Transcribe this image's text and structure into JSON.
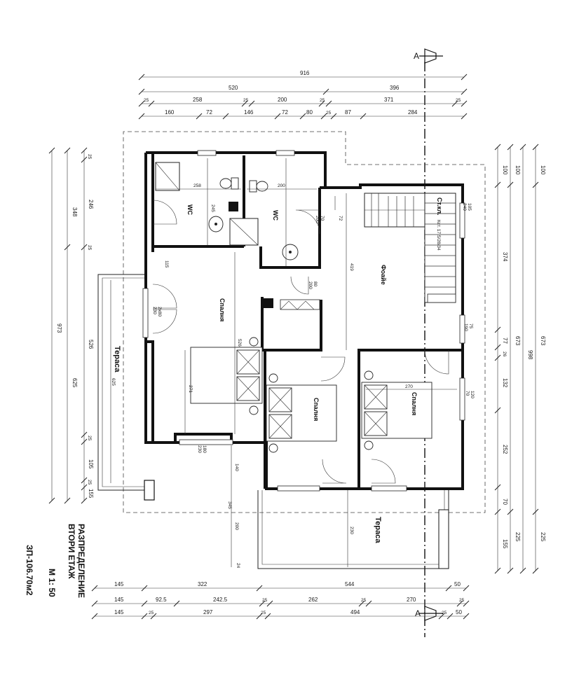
{
  "section_marker": "А",
  "title": {
    "line1": "РАЗПРЕДЕЛЕНИЕ",
    "line2": "ВТОРИ ЕТАЖ",
    "scale": "М 1: 50",
    "area": "ЗП-106.70м2"
  },
  "rooms": {
    "wc1": "WC",
    "wc2": "WC",
    "foyer": "Фоайе",
    "bed1": "Спалня",
    "bed2": "Спалня",
    "bed3": "Спалня",
    "terrace1": "Тераса",
    "terrace2": "Тераса",
    "stair": "Ст.кл.",
    "stair_note": "Кст. 17.5/28/34"
  },
  "dims_top": {
    "row1": [
      "916"
    ],
    "row2": [
      "520",
      "396"
    ],
    "row3": [
      "25",
      "258",
      "25",
      "200",
      "25",
      "371",
      "25"
    ],
    "row4": [
      "160",
      "72",
      "146",
      "72",
      "80",
      "25",
      "87",
      "284"
    ]
  },
  "dims_left": {
    "outer": [
      "973"
    ],
    "mid": [
      "348",
      "625"
    ],
    "inner": [
      "25",
      "246",
      "25",
      "526",
      "25",
      "105",
      "25",
      "155"
    ]
  },
  "dims_right": {
    "col1": [
      "100",
      "374",
      "77",
      "26",
      "132",
      "252",
      "70",
      "155"
    ],
    "col2": [
      "100",
      "673",
      "225"
    ],
    "col3": [
      "998"
    ],
    "col4": [
      "100",
      "673",
      "225"
    ]
  },
  "dims_bottom": {
    "row1": [
      "145",
      "322",
      "544",
      "50"
    ],
    "row2": [
      "145",
      "92.5",
      "242.5",
      "25",
      "262",
      "25",
      "270",
      "25"
    ],
    "row3": [
      "145",
      "25",
      "297",
      "25",
      "494",
      "25",
      "50"
    ]
  },
  "inner_dims": {
    "wc1_w": "258",
    "wc2_w": "200",
    "door_70_200": "70\n200",
    "door_80_200": "80\n200",
    "foyer_h": "419",
    "bed1_h": "526",
    "bed1_w": "271",
    "bed3_w": "270",
    "win_75_190": "75\n190",
    "win_120_70": "120\n70",
    "win_105_240": "105\n240",
    "win_180_230": "180\n230",
    "door_2x80": "2x80\n230",
    "terrace_625": "625",
    "d_140": "140",
    "d_345": "345",
    "d_200": "200",
    "d_230": "230",
    "wc_245": "245",
    "d_72": "72",
    "d_115": "115",
    "d_70_200": "70\n200",
    "d_24": "24"
  }
}
